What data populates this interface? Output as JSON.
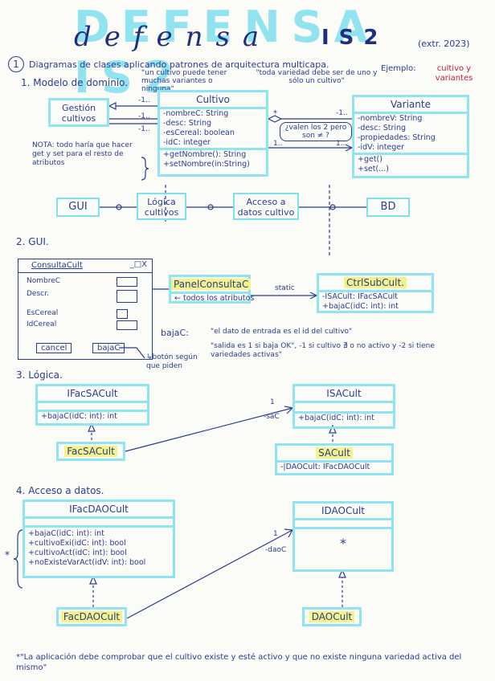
{
  "header": {
    "big_title": "DEFENSA IS2",
    "script_title": "defensa",
    "script_number": "IS2",
    "exam_tag": "(extr. 2023)"
  },
  "intro": {
    "number": "1",
    "heading": "Diagramas de clases aplicando patrones de arquitectura multicapa.",
    "example_label": "Ejemplo:",
    "example_value": "cultivo y variantes"
  },
  "section1": {
    "title": "1. Modelo de dominio.",
    "note_top_left": "\"un cultivo puede tener muchas variantes o ninguna\"",
    "note_top_right": "\"toda variedad debe ser de uno y sólo un cultivo\"",
    "gestion_box": "Gestión cultivos",
    "note_bottom": "NOTA: todo haría que hacer get y set para el resto de atributos",
    "mult_1": "-1..",
    "mult_2": "-1..",
    "mult_3": "-1..",
    "mult_star": "*",
    "mult_1b": "-1..",
    "mult_4": "1..",
    "mult_4b": "1..",
    "middle_note": "¿valen los 2 pero son ≠ ?",
    "cultivo": {
      "name": "Cultivo",
      "attrs": [
        "-nombreC: String",
        "-desc: String",
        "-esCereal: boolean",
        "-idC: integer"
      ],
      "ops": [
        "+getNombre(): String",
        "+setNombre(in:String)"
      ]
    },
    "variante": {
      "name": "Variante",
      "attrs": [
        "-nombreV: String",
        "-desc: String",
        "-propiedades: String",
        "-idV: integer"
      ],
      "ops": [
        "+get()",
        "+set(...)"
      ]
    },
    "layers": [
      "GUI",
      "Lógica cultivos",
      "Acceso a datos cultivo",
      "BD"
    ]
  },
  "section2": {
    "title": "2. GUI.",
    "window": {
      "title": "ConsultaCult",
      "controls": "_□X",
      "fields": [
        "NombreC",
        "Descr.",
        "EsCereal",
        "IdCereal"
      ],
      "btn_cancel": "cancel",
      "btn_baja": "bajaC"
    },
    "panel": {
      "name": "PanelConsultaC",
      "attr": "← todos los atributos"
    },
    "static_label": "static",
    "ctrl": {
      "name": "CtrlSubCult.",
      "attrs": [
        "-ISACult: IFacSACult",
        "+bajaC(idC: int): int"
      ]
    },
    "baja_label": "bajaC:",
    "note1": "\"el dato de entrada es el id del cultivo\"",
    "note2": "\"salida es 1 si baja OK\", -1 si cultivo ∄ o no activo y -2 si tiene variedades activas\"",
    "btn_note": "↳botón según que piden"
  },
  "section3": {
    "title": "3. Lógica.",
    "ifac": {
      "name": "IFacSACult",
      "ops": [
        "+bajaC(idC: int): int"
      ]
    },
    "isa": {
      "name": "ISACult",
      "ops": [
        "+bajaC(idC: int): int"
      ]
    },
    "facsa": "FacSACult",
    "sa": {
      "name": "SACult",
      "attrs": [
        "-|DAOCult: IFacDAOCult"
      ]
    },
    "mult": "1",
    "assoc": "-saC"
  },
  "section4": {
    "title": "4. Acceso a datos.",
    "ifacdao": {
      "name": "IFacDAOCult",
      "ops": [
        "+bajaC(idC: int): int",
        "+cultivoExi(idC: int): bool",
        "+cultivoAct(idC: int): bool",
        "+noExisteVarAct(idV: int): bool"
      ]
    },
    "idao": {
      "name": "IDAOCult",
      "body": "*"
    },
    "facdao": "FacDAOCult",
    "dao": "DAOCult",
    "mult": "1",
    "assoc": "-daoC",
    "star": "*"
  },
  "footer": {
    "note": "*\"La aplicación debe comprobar que el cultivo existe y esté activo y que no existe ninguna variedad activa del mismo\""
  }
}
